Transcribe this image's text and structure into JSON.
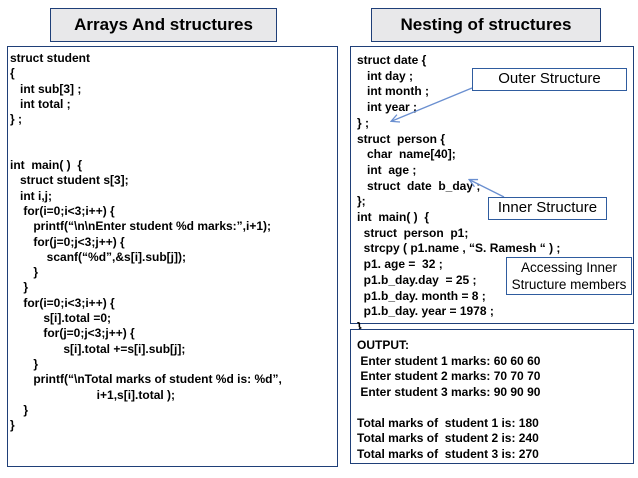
{
  "titles": {
    "left": "Arrays  And structures",
    "right": "Nesting  of  structures"
  },
  "left_code": [
    "struct student",
    "{",
    "   int sub[3] ;",
    "   int total ;",
    "} ;",
    "",
    "",
    "int  main( )  {",
    "   struct student s[3];",
    "   int i,j;",
    "    for(i=0;i<3;i++) {",
    "       printf(“\\n\\nEnter student %d marks:”,i+1);",
    "       for(j=0;j<3;j++) {",
    "           scanf(“%d”,&s[i].sub[j]);",
    "       }",
    "    }",
    "    for(i=0;i<3;i++) {",
    "          s[i].total =0;",
    "          for(j=0;j<3;j++) {",
    "                s[i].total +=s[i].sub[j];",
    "       }",
    "       printf(“\\nTotal marks of student %d is: %d”,",
    "                          i+1,s[i].total );",
    "    }",
    "}"
  ],
  "nesting_code": [
    "struct date {",
    "   int day ;",
    "   int month ;",
    "   int year ;",
    "} ;",
    "struct  person {",
    "   char  name[40];",
    "   int  age ;",
    "   struct  date  b_day ;",
    "};",
    "int  main( )  {",
    "  struct  person  p1;",
    "  strcpy ( p1.name , “S. Ramesh “ ) ;",
    "  p1. age =  32 ;",
    "  p1.b_day.day  = 25 ;",
    "  p1.b_day. month = 8 ;",
    "  p1.b_day. year = 1978 ;",
    "}"
  ],
  "output_lines": [
    "OUTPUT:",
    " Enter student 1 marks: 60 60 60",
    " Enter student 2 marks: 70 70 70",
    " Enter student 3 marks: 90 90 90",
    "",
    "Total marks of  student 1 is: 180",
    "Total marks of  student 2 is: 240",
    "Total marks of  student 3 is: 270"
  ],
  "callouts": {
    "outer": "Outer Structure",
    "inner": "Inner Structure",
    "accessing_line1": "Accessing Inner",
    "accessing_line2": "Structure members"
  },
  "colors": {
    "border": "#1f3f78",
    "title_bg": "#e8e8ea",
    "arrow": "#6a8fd0"
  }
}
